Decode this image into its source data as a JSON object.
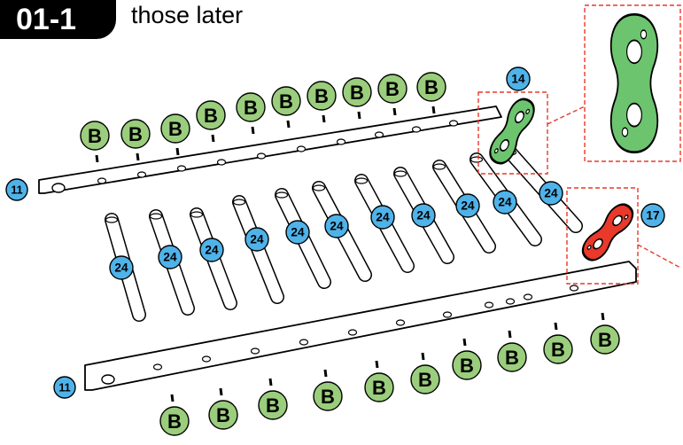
{
  "step": {
    "badge": "01-1",
    "heading": "those later"
  },
  "labels": {
    "bolt": "B",
    "rod": "24",
    "rail": "11",
    "plate_green": "14",
    "plate_red": "17"
  },
  "colors": {
    "bolt_fill": "#9acd7c",
    "rod_label_fill": "#4fb3ea",
    "plate_green": "#6cc46e",
    "plate_red": "#e8392b",
    "callout_line": "#e8392b"
  }
}
